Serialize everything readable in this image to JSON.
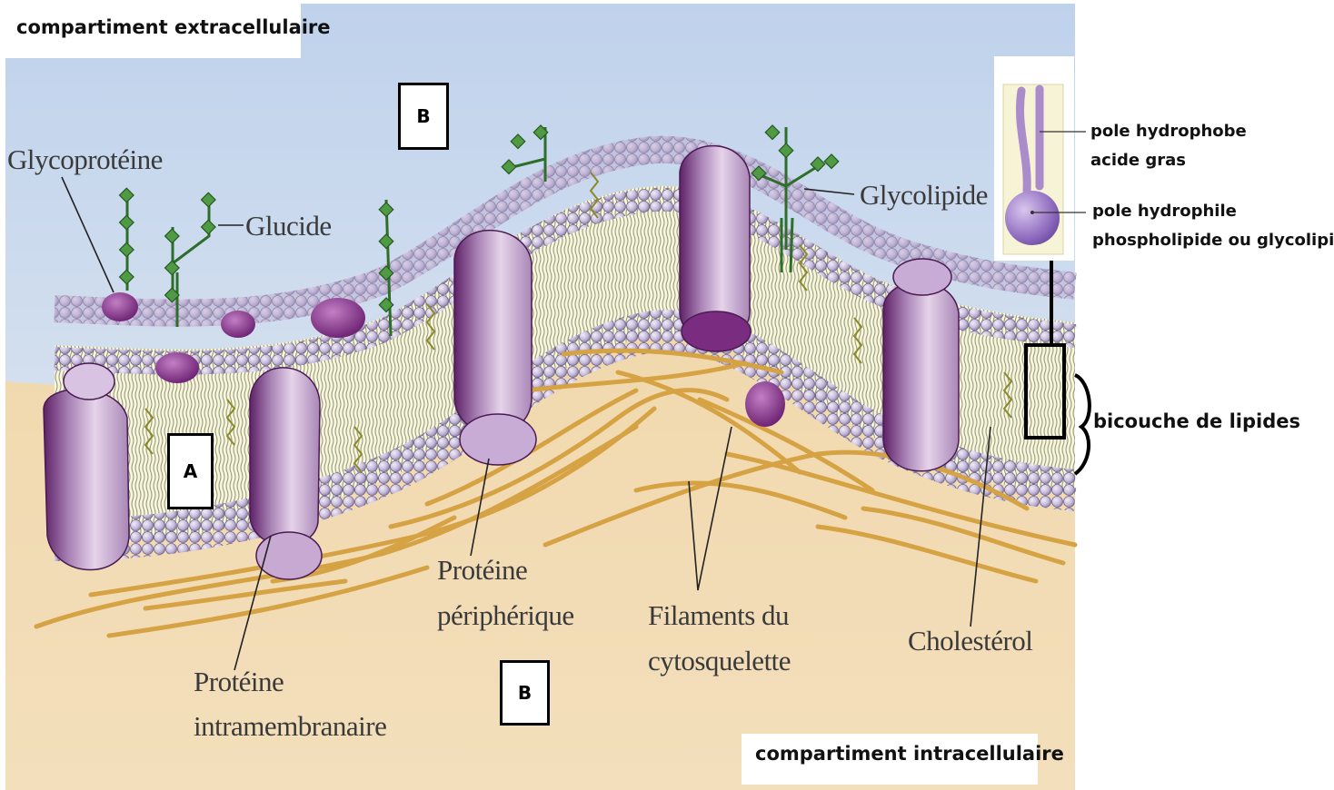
{
  "compartments": {
    "extracellular": "compartiment extracellulaire",
    "intracellular": "compartiment intracellulaire"
  },
  "labels": {
    "glycoproteine": "Glycoprotéine",
    "glucide": "Glucide",
    "glycolipide": "Glycolipide",
    "proteine_peripherique_1": "Protéine",
    "proteine_peripherique_2": "périphérique",
    "filaments_1": "Filaments du",
    "filaments_2": "cytosquelette",
    "cholesterol": "Cholestérol",
    "proteine_intra_1": "Protéine",
    "proteine_intra_2": "intramembranaire"
  },
  "boxes": {
    "b_top": "B",
    "a": "A",
    "b_bottom": "B"
  },
  "inset": {
    "pole_hydrophobe": "pole  hydrophobe",
    "acide_gras": "acide gras",
    "pole_hydrophile": "pole hydrophile",
    "phospholipide": "phospholipide ou glycolipide"
  },
  "bicouche": "bicouche de lipides",
  "colors": {
    "extracellular_sky": "#c6d6ec",
    "cytoplasm": "#f2dbb2",
    "lipid_head": "#c9bfdc",
    "protein": "#b794bf",
    "protein_dark": "#6c2a74",
    "glucide": "#3e8a3a",
    "filament": "#d9a84c"
  }
}
